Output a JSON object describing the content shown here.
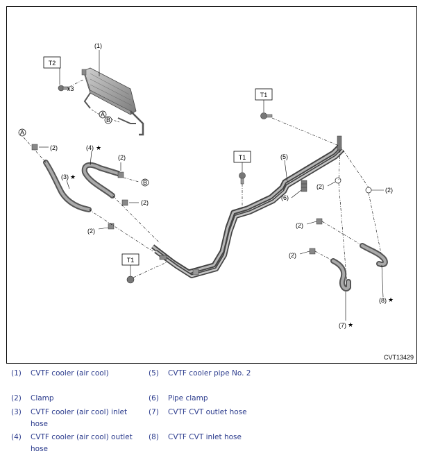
{
  "figure_id": "CVT13429",
  "torque_marks": {
    "t1": "T1",
    "t2": "T2"
  },
  "quantity_mark": "x3",
  "connection_marks": {
    "a": "A",
    "b": "B"
  },
  "star": "★",
  "callouts": {
    "n1": "(1)",
    "n2": "(2)",
    "n3": "(3)",
    "n4": "(4)",
    "n5": "(5)",
    "n6": "(6)",
    "n7": "(7)",
    "n8": "(8)"
  },
  "legend": [
    {
      "num": "(1)",
      "text": "CVTF cooler (air cool)"
    },
    {
      "num": "(5)",
      "text": "CVTF cooler pipe No. 2"
    },
    {
      "num": "(2)",
      "text": "Clamp"
    },
    {
      "num": "(6)",
      "text": "Pipe clamp"
    },
    {
      "num": "(3)",
      "text": "CVTF cooler (air cool) inlet hose"
    },
    {
      "num": "(7)",
      "text": "CVTF CVT outlet hose"
    },
    {
      "num": "(4)",
      "text": "CVTF cooler (air cool) outlet hose"
    },
    {
      "num": "(8)",
      "text": "CVTF CVT inlet hose"
    }
  ]
}
